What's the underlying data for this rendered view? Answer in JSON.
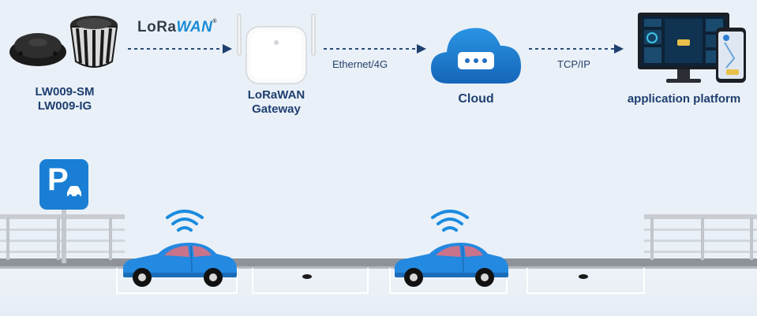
{
  "sensors": {
    "line1": "LW009-SM",
    "line2": "LW009-IG"
  },
  "lorawan_logo": {
    "part1": "LoRa",
    "part2": "WAN",
    "mark": "®"
  },
  "gateway": {
    "line1": "LoRaWAN",
    "line2": "Gateway"
  },
  "link_gateway_cloud": "Ethernet/4G",
  "cloud": {
    "label": "Cloud"
  },
  "link_cloud_app": "TCP/IP",
  "app_platform": {
    "label": "application platform"
  },
  "parking_sign": {
    "letter": "P"
  },
  "colors": {
    "background": "#e9f0f7",
    "text_dark_blue": "#1f3f70",
    "arrow": "#2a4d7a",
    "cloud_blue": "#1f7fd0",
    "car_blue": "#2489e0",
    "sign_blue": "#1a7fd4",
    "wifi_blue": "#1a8be0"
  },
  "icons": [
    "sensor-puck",
    "sensor-cage",
    "gateway-router",
    "cloud-server",
    "monitor-dashboard",
    "smartphone-map",
    "parking-sign",
    "car",
    "wifi-signal",
    "road-stud",
    "fence"
  ]
}
